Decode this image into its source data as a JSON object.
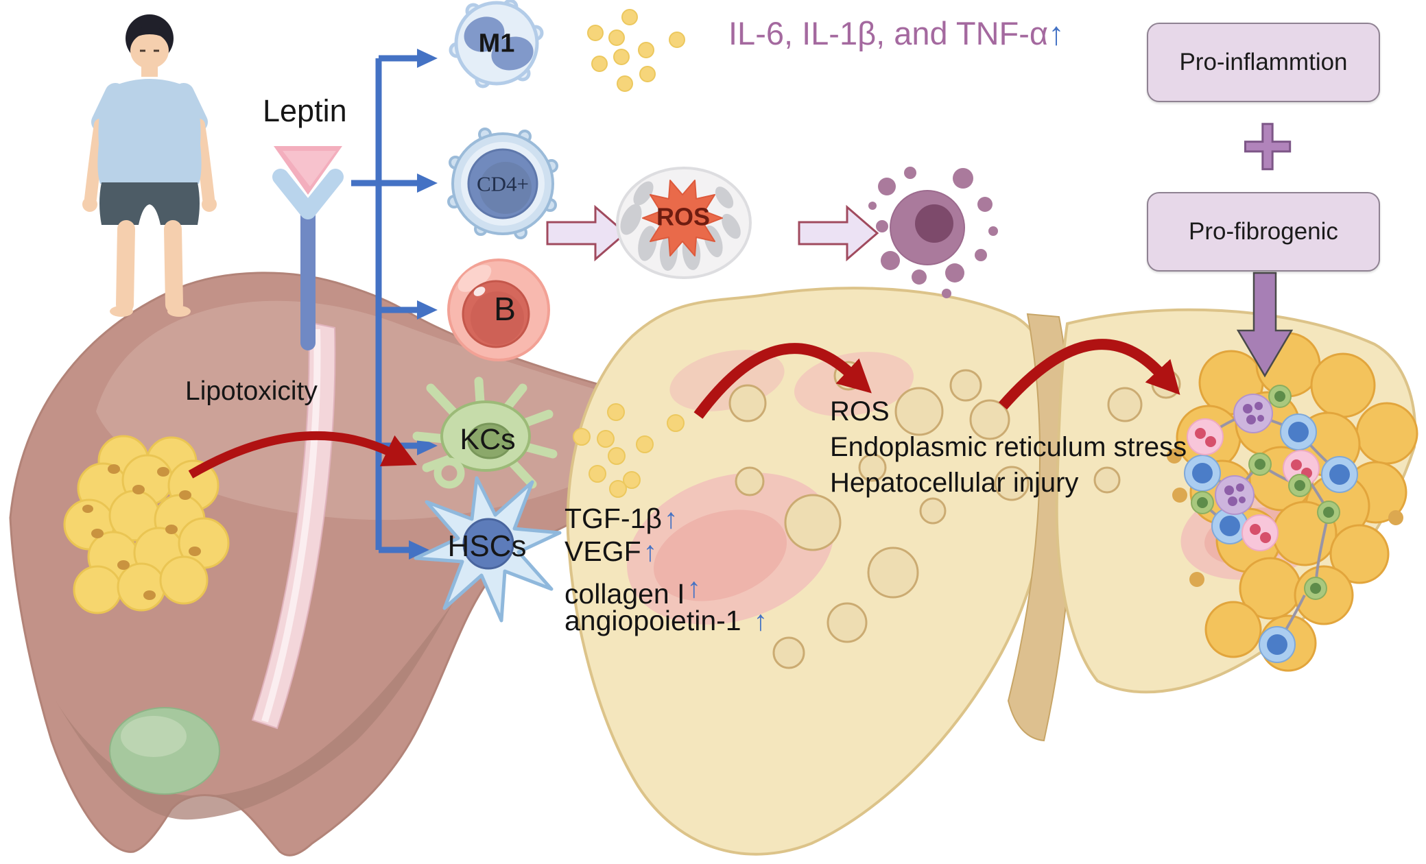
{
  "colors": {
    "arrow_blue": "#4472c4",
    "arc_red": "#b01212",
    "cytokine_text_purple": "#a4699f",
    "outcome_box_fill": "#e7d8e9",
    "outcome_box_border": "#8f8292",
    "plus_purple": "#b184bb",
    "down_arrow_purple": "#a77fb5",
    "left_liver_brown": "#c29288",
    "right_liver_cream": "#f4e6bd",
    "fat_droplet_yellow": "#f6d66e",
    "ros_burst_orange": "#e96a4a"
  },
  "labels": {
    "leptin": "Leptin",
    "lipotoxicity": "Lipotoxicity",
    "up_arrow": "↑"
  },
  "cytokines": {
    "text": "IL-6, IL-1β, and TNF-α"
  },
  "cells": {
    "m1": "M1",
    "cd4": "CD4+",
    "b": "B",
    "kcs": "KCs",
    "hscs": "HSCs"
  },
  "mitochondria": {
    "label": "ROS"
  },
  "factors": [
    {
      "label": "TGF-1β"
    },
    {
      "label": "VEGF"
    },
    {
      "label": "collagen I"
    },
    {
      "label": "angiopoietin-1"
    }
  ],
  "injury": [
    "ROS",
    "Endoplasmic reticulum stress",
    "Hepatocellular injury"
  ],
  "outcome": {
    "box1": "Pro-inflammtion",
    "plus": "+",
    "box2": "Pro-fibrogenic"
  }
}
